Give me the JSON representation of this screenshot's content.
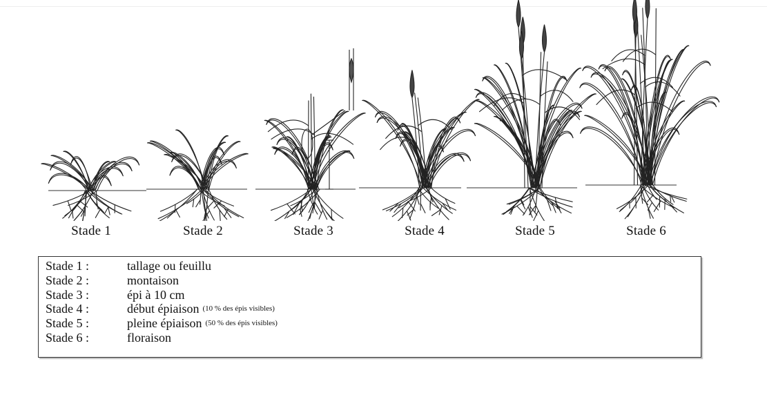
{
  "stages": [
    {
      "label": "Stade 1"
    },
    {
      "label": "Stade 2"
    },
    {
      "label": "Stade 3"
    },
    {
      "label": "Stade 4"
    },
    {
      "label": "Stade 5"
    },
    {
      "label": "Stade 6"
    }
  ],
  "legend": [
    {
      "key": "Stade 1 :",
      "desc": "tallage ou feuillu",
      "note": ""
    },
    {
      "key": "Stade 2 :",
      "desc": "montaison",
      "note": ""
    },
    {
      "key": "Stade 3 :",
      "desc": "épi à 10 cm",
      "note": ""
    },
    {
      "key": "Stade 4 :",
      "desc": "début épiaison",
      "note": "(10 % des épis visibles)"
    },
    {
      "key": "Stade 5 :",
      "desc": "pleine épiaison",
      "note": "(50 % des épis visibles)"
    },
    {
      "key": "Stade 6 :",
      "desc": "floraison",
      "note": ""
    }
  ],
  "colors": {
    "ink": "#111111",
    "frame": "#333333"
  },
  "icons": [
    "grass-plant-illustration",
    "root-system-illustration",
    "grass-ear-illustration"
  ]
}
